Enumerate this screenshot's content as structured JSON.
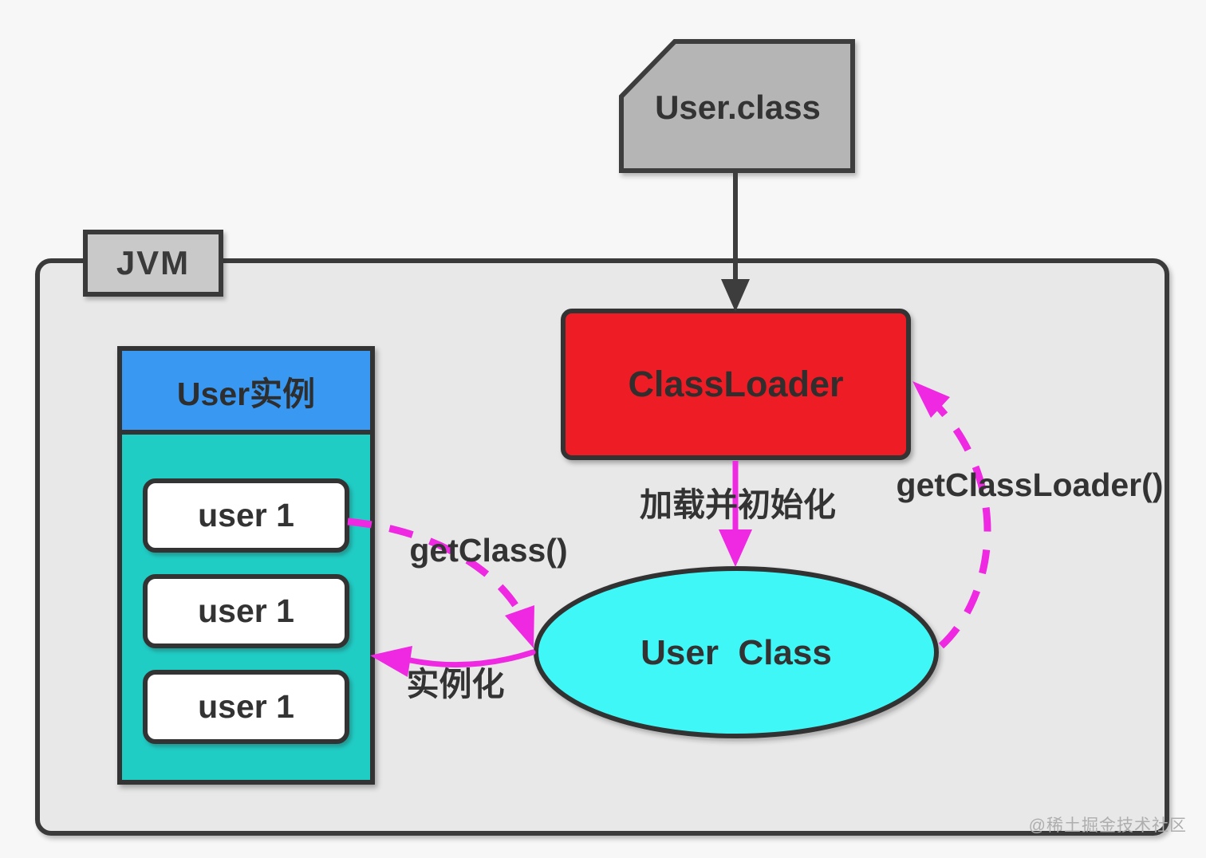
{
  "nodes": {
    "user_class_file": "User.class",
    "jvm_label": "JVM",
    "classloader": "ClassLoader",
    "instances_title": "User实例",
    "instances": [
      "user 1",
      "user 1",
      "user 1"
    ],
    "user_class": "User  Class"
  },
  "edges": {
    "load_and_init": "加载并初始化",
    "get_classloader": "getClassLoader()",
    "get_class": "getClass()",
    "instantiate": "实例化"
  },
  "watermark": "@稀土掘金技术社区",
  "colors": {
    "background": "#f7f7f7",
    "jvm_fill": "#e8e8e8",
    "node_gray": "#b5b5b5",
    "label_gray": "#c9c9c9",
    "red": "#ee1c25",
    "blue": "#3898f2",
    "teal": "#20cdc5",
    "cyan": "#40f7f7",
    "magenta": "#ef29e2",
    "ink": "#333333",
    "watermark_gray": "#aeaeae"
  }
}
